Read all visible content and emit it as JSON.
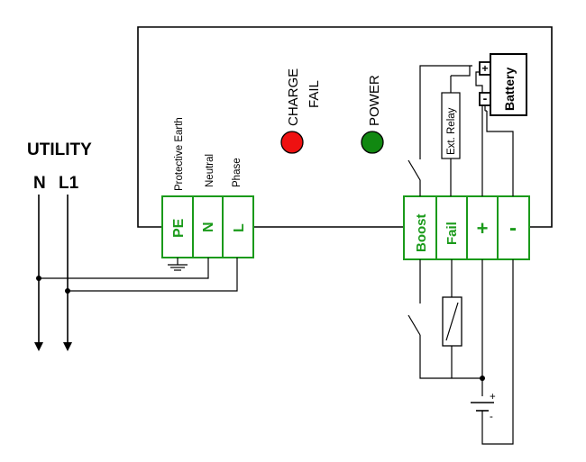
{
  "utility": {
    "title": "UTILITY",
    "line_n": "N",
    "line_l1": "L1"
  },
  "input_terminals": {
    "labels": [
      "Protective Earth",
      "Neutral",
      "Phase"
    ],
    "terminals": [
      "PE",
      "N",
      "L"
    ]
  },
  "output_terminals": [
    "Boost",
    "Fail",
    "+",
    "-"
  ],
  "leds": {
    "charge_fail": {
      "line1": "CHARGE",
      "line2": "FAIL",
      "color": "#ee1111"
    },
    "power": {
      "label": "POWER",
      "color": "#118811"
    }
  },
  "relay_label": "Ext. Relay",
  "battery": {
    "label": "Battery",
    "plus": "+",
    "minus": "-"
  },
  "ext_battery": {
    "plus": "+",
    "minus": "-"
  },
  "colors": {
    "terminal_green": "#1a9a1a",
    "wire": "#000000"
  }
}
